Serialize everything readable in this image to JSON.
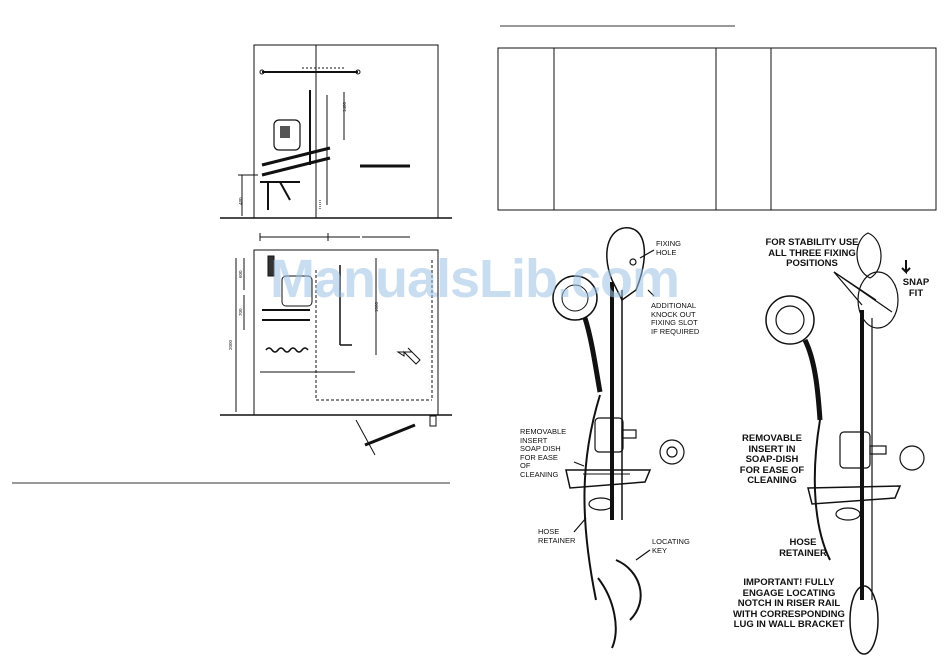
{
  "watermark": "ManualsLib.com",
  "labels": {
    "fixing_hole": "FIXING HOLE",
    "knock_out": "ADDITIONAL KNOCK OUT FIXING SLOT IF REQUIRED",
    "soap_dish_left": "REMOVABLE INSERT SOAP DISH FOR EASE OF CLEANING",
    "hose_retainer_left": "HOSE RETAINER",
    "locating_key": "LOCATING KEY",
    "stability": "FOR STABILITY USE ALL THREE FIXING POSITIONS",
    "snap_fit": "SNAP FIT",
    "soap_dish_right": "REMOVABLE INSERT IN SOAP-DISH FOR EASE OF CLEANING",
    "hose_retainer_right": "HOSE RETAINER",
    "important": "IMPORTANT! FULLY ENGAGE LOCATING NOTCH IN RISER RAIL WITH CORRESPONDING LUG IN WALL BRACKET"
  },
  "dimensions": {
    "elev_height": "1400",
    "elev_seat": "480",
    "plan_a": "600",
    "plan_b": "700",
    "plan_c": "1000",
    "plan_depth": "2000"
  }
}
